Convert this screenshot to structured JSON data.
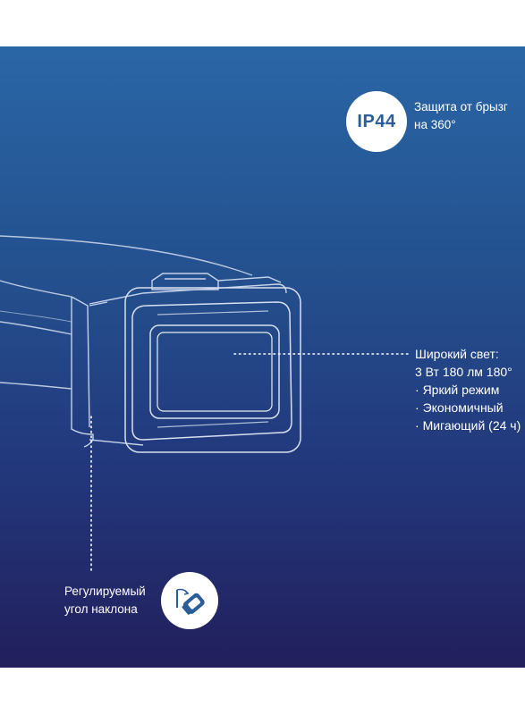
{
  "ip_badge": {
    "code": "IP44",
    "line1": "Защита от брызг",
    "line2": "на 360°"
  },
  "light": {
    "title": "Широкий свет:",
    "spec": "3 Вт 180 лм 180°",
    "modes": [
      "Яркий режим",
      "Экономичный",
      "Мигающий (24 ч)"
    ]
  },
  "tilt": {
    "line1": "Регулируемый",
    "line2": "угол наклона"
  },
  "icons": {
    "tilt_icon": "headlamp-tilt-icon"
  },
  "colors": {
    "gradient_top": "#2a66a6",
    "gradient_bottom": "#221f5c",
    "badge_text": "#2a5d99",
    "text": "#ffffff"
  }
}
